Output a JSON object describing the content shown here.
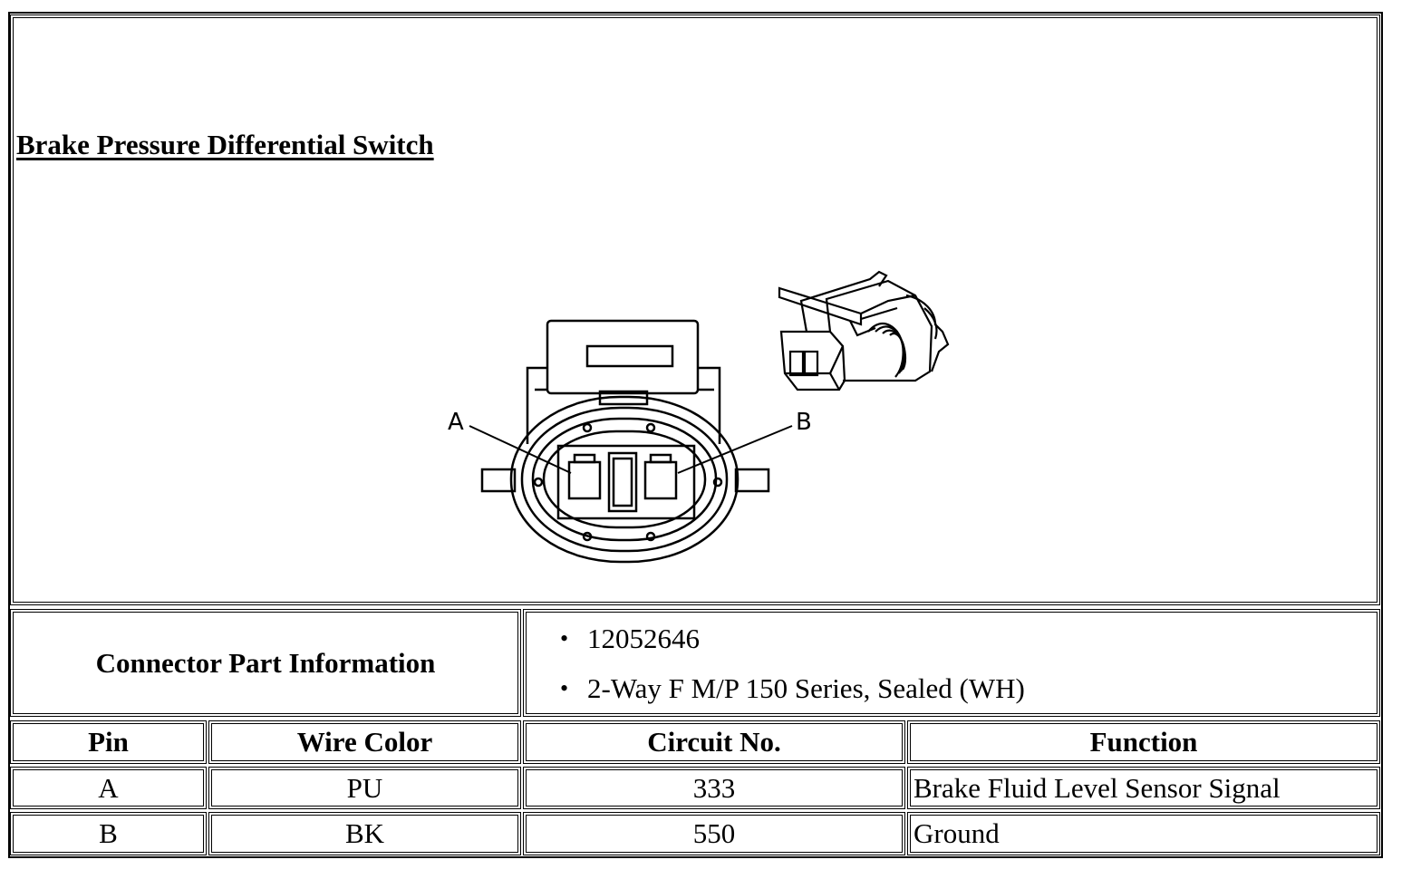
{
  "title": "Brake Pressure Differential Switch",
  "diagram": {
    "pin_labels": [
      "A",
      "B"
    ]
  },
  "connector": {
    "header": "Connector Part Information",
    "items": [
      "12052646",
      "2-Way F M/P 150 Series, Sealed (WH)"
    ]
  },
  "table": {
    "headers": [
      "Pin",
      "Wire Color",
      "Circuit No.",
      "Function"
    ],
    "rows": [
      [
        "A",
        "PU",
        "333",
        "Brake Fluid Level Sensor Signal"
      ],
      [
        "B",
        "BK",
        "550",
        "Ground"
      ]
    ]
  }
}
